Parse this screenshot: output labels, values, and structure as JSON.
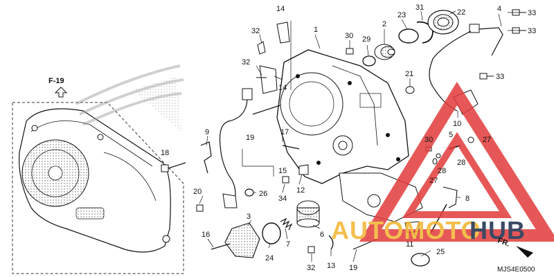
{
  "diagram": {
    "reference_label": "F-19",
    "catalog_code": "MJS4E0500",
    "direction_label": "FR.",
    "watermark": {
      "text_auto": "AUTOMOTO",
      "text_hub": "HUB",
      "color_triangle": "#e23b3b",
      "color_auto": "#f2b52e",
      "color_hub": "#1b2a4a"
    },
    "callouts": {
      "n1": "1",
      "n2": "2",
      "n3": "3",
      "n4": "4",
      "n5": "5",
      "n6": "6",
      "n7": "7",
      "n8": "8",
      "n9": "9",
      "n10": "10",
      "n11": "11",
      "n12": "12",
      "n13": "13",
      "n14": "14",
      "n15": "15",
      "n16": "16",
      "n17": "17",
      "n18": "18",
      "n19a": "19",
      "n19b": "19",
      "n20": "20",
      "n21": "21",
      "n22": "22",
      "n23": "23",
      "n24": "24",
      "n25": "25",
      "n26": "26",
      "n27a": "27",
      "n27b": "27",
      "n28a": "28",
      "n28b": "28",
      "n29": "29",
      "n30a": "30",
      "n30b": "30",
      "n31": "31",
      "n32a": "32",
      "n32b": "32",
      "n32c": "32",
      "n33a": "33",
      "n33b": "33",
      "n33c": "33",
      "n34": "34"
    },
    "colors": {
      "line": "#111111",
      "hatch": "#555555"
    }
  }
}
